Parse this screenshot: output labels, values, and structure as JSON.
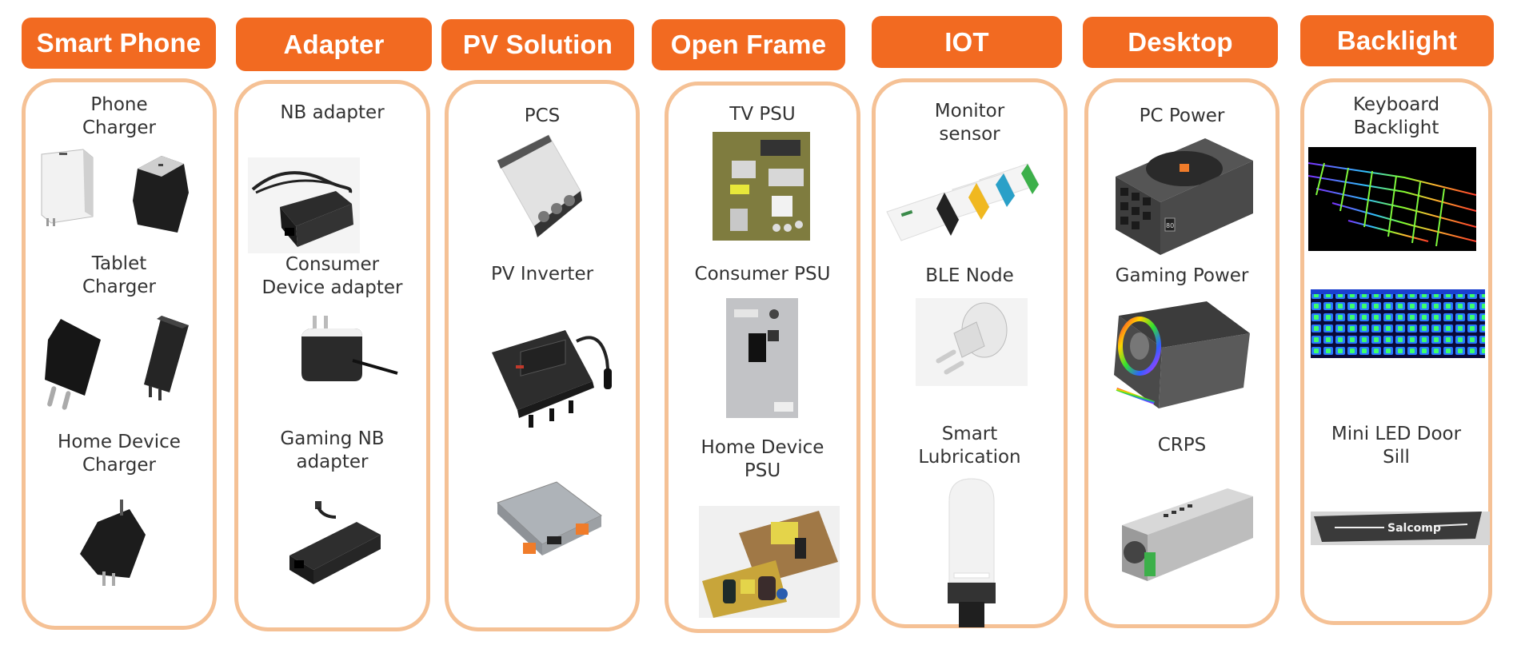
{
  "categories": [
    {
      "title": "Smart Phone",
      "items": [
        "Phone\nCharger",
        "Tablet\nCharger",
        "Home Device\nCharger"
      ]
    },
    {
      "title": "Adapter",
      "items": [
        "NB adapter",
        "Consumer\nDevice adapter",
        "Gaming NB\nadapter"
      ]
    },
    {
      "title": "PV Solution",
      "items": [
        "PCS",
        "PV Inverter"
      ]
    },
    {
      "title": "Open Frame",
      "items": [
        "TV PSU",
        "Consumer PSU",
        "Home Device\nPSU"
      ]
    },
    {
      "title": "IOT",
      "items": [
        "Monitor\nsensor",
        "BLE Node",
        "Smart\nLubrication"
      ]
    },
    {
      "title": "Desktop",
      "items": [
        "PC Power",
        "Gaming Power",
        "CRPS"
      ]
    },
    {
      "title": "Backlight",
      "items": [
        "Keyboard\nBacklight",
        "Mini LED Door\nSill"
      ]
    }
  ],
  "images": {
    "door_sill_logo": "Salcomp",
    "psu_badge": "80"
  },
  "colors": {
    "header_bg": "#f26a21",
    "panel_border": "#f5c195",
    "label_text": "#333333"
  }
}
